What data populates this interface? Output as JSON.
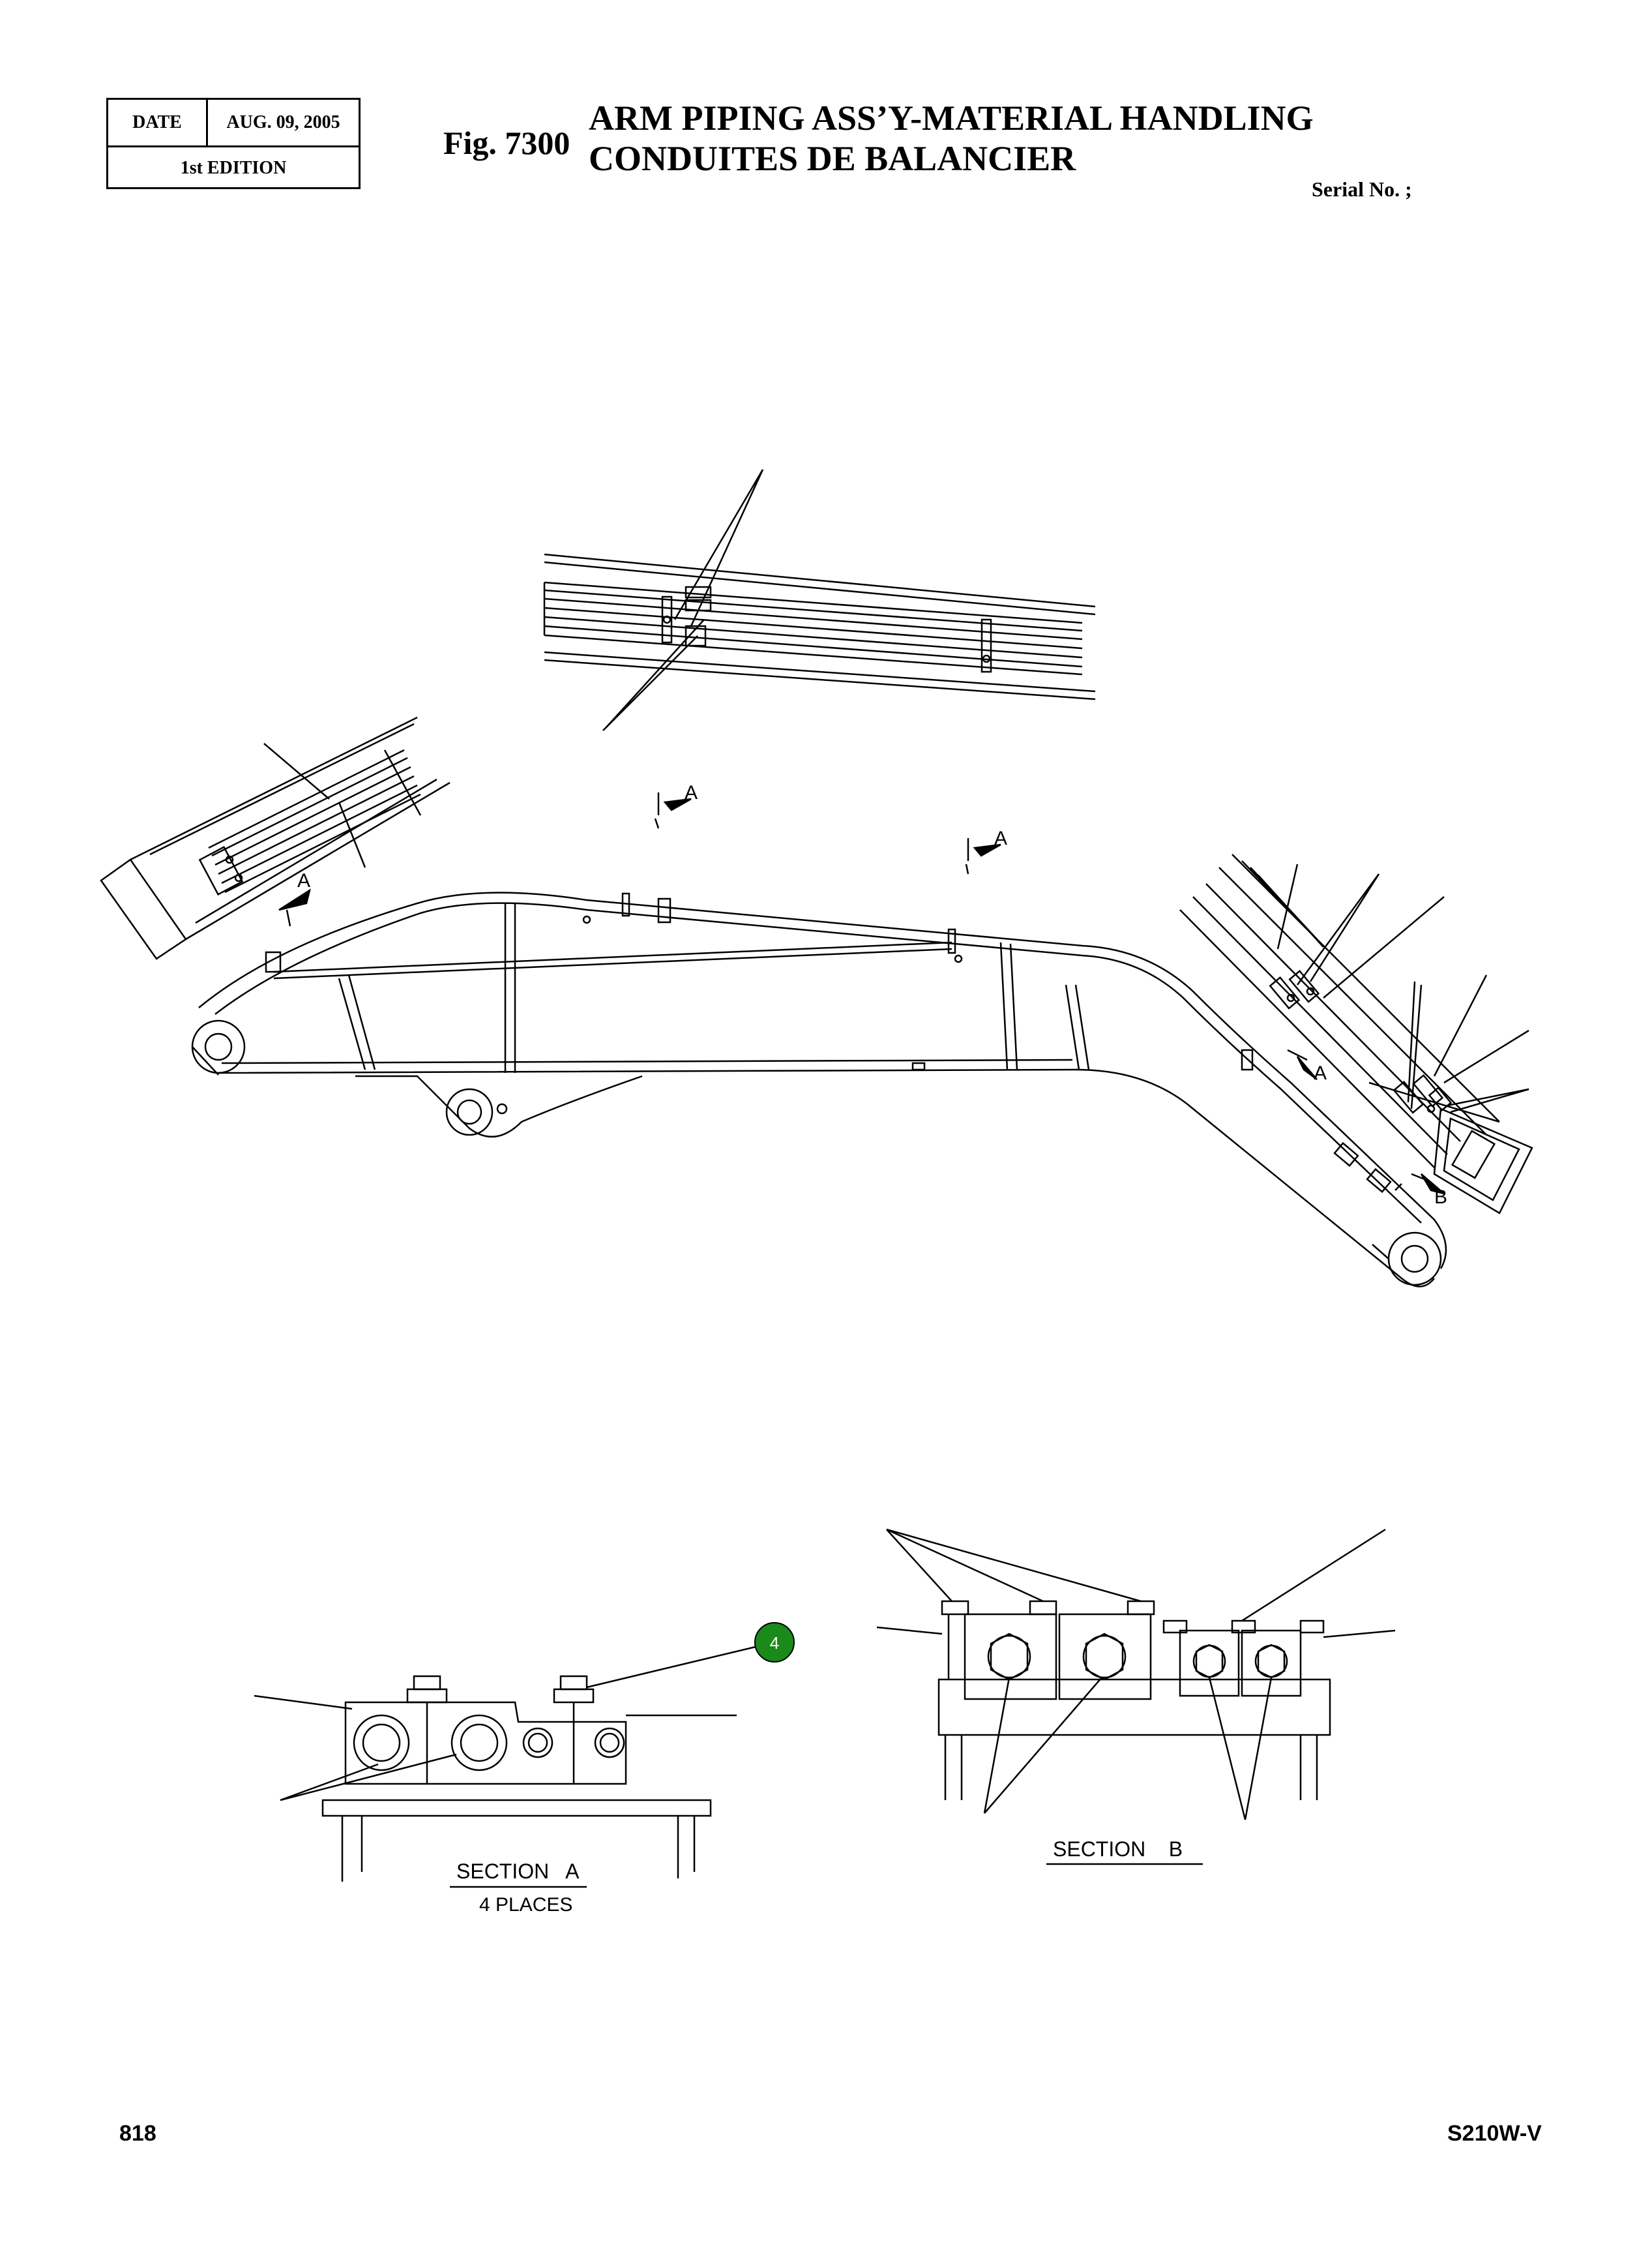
{
  "header": {
    "date_label": "DATE",
    "date_value": "AUG. 09, 2005",
    "edition": "1st EDITION",
    "figure_number": "Fig. 7300",
    "title_en": "ARM PIPING ASS’Y-MATERIAL HANDLING",
    "title_fr": "CONDUITES DE BALANCIER",
    "serial": "Serial No. ;"
  },
  "drawing": {
    "view_marker_a": "A",
    "view_marker_b": "B",
    "callout_number": "4",
    "callout_color": "#1a8a1a",
    "section_a_title": "SECTION   A",
    "section_a_places": "4 PLACES",
    "section_b_title": "SECTION    B"
  },
  "footer": {
    "page_number": "818",
    "model": "S210W-V"
  }
}
